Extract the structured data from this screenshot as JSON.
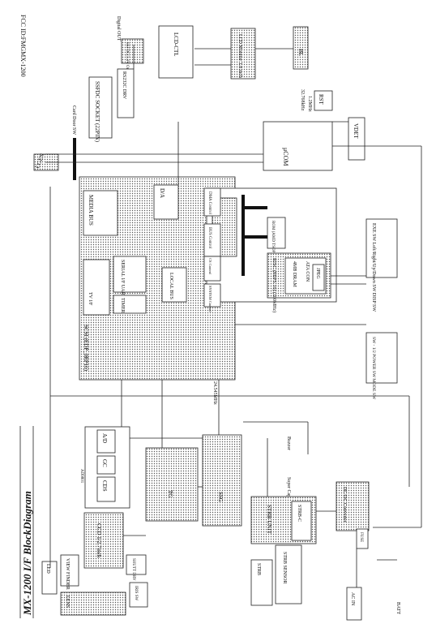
{
  "fcc_id": "FCC ID:FMGMX-1200",
  "title": "MX-1200 I/F BlockDiagram",
  "blocks": {
    "ssfdc_card": "SSFDC(3.3V Only) 2M,4M,8M,16M",
    "ssfdc_socket": "SSFDC SOCKET (22PIN)",
    "card_door": "Card Door SW",
    "digital_out": "Digital OUT",
    "rs232c": "RS232C DRV",
    "lcd_ctl": "LCD-CTL",
    "lcd_monitor": "LCD Monitor 1.8 inch",
    "bl": "BL",
    "cgen": "CGEN",
    "ucom": "μCOM",
    "rst": "RST",
    "vdet": "VDET",
    "xtal1": "32.768kHz",
    "xtal2": "1.2MHz",
    "media_bus": "MEDIA BUS",
    "da": "D/A",
    "dma": "DMA Control",
    "bus_control": "BUS Control",
    "rom": "ROM (AMD TSOP)",
    "cs_control": "CS Control",
    "system_control": "SYSTEM Control",
    "risc": "RISC (MIPS 16) (100MHz)",
    "dram": "4MB DRAM",
    "ata_con": "ATA CON",
    "jpeg": "JPEG",
    "local_bus": "LOCAL BUS",
    "serial_uart": "SERIAL I/F UART",
    "timer": "TIMER",
    "tvif": "TV I/F",
    "scsi": "SCSI (EDP_0RP16)",
    "exe_sw": "EXE SW Left/Right/Up/Down SW DISP SW",
    "sw_group": "SW - 1/2 POWER SW MODE SW",
    "ad": "A/D",
    "gc": "GC",
    "cds": "CDS",
    "tg": "TG",
    "ssg": "SSG",
    "buzzer": "Buzzer",
    "super_capacitor": "Super Capacitor",
    "ccd": "CCD 1/2.7inch",
    "shutt_drv": "SHUTT DRV",
    "iris_sw": "IRIS SW",
    "view_finder": "VIEW FINDER",
    "lens": "LENS",
    "led": "LED",
    "strb_unit": "STRB UNIT",
    "strb_c": "STRB-C",
    "strb": "STRB",
    "strb_sensor": "STRB SENSOR",
    "dcdc": "DC/DC Converter",
    "fuse": "FUSE",
    "ac_in": "AC IN",
    "batt": "BATT"
  },
  "signals": {
    "osc": "24.545MHz",
    "ad9801": "AD9801",
    "adv": "AD9801"
  }
}
